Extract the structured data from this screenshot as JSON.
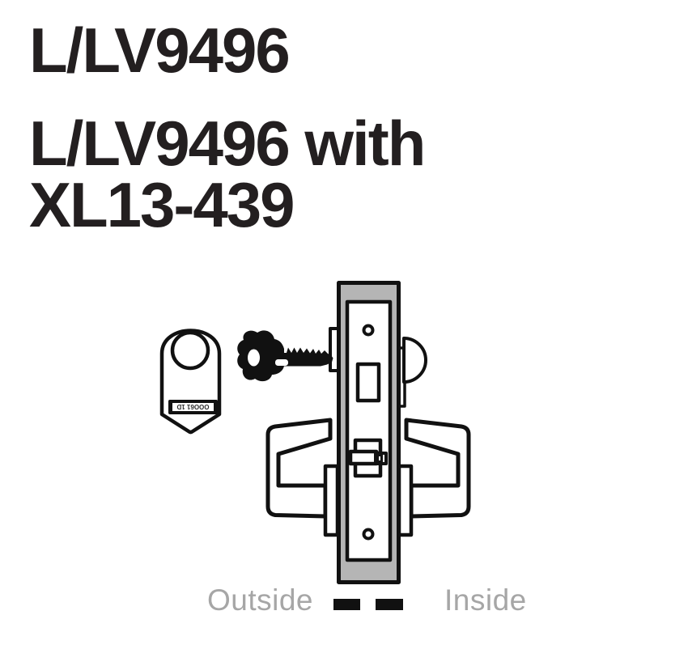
{
  "titles": {
    "product": "L/LV9496",
    "variant_line1": "L/LV9496 with",
    "variant_line2": "XL13-439"
  },
  "diagram": {
    "outside_label": "Outside",
    "inside_label": "Inside",
    "key_tag_text": "OOO61 1D"
  },
  "colors": {
    "heading": "#231f20",
    "line": "#111111",
    "lock_fill": "#b5b5b5",
    "label_gray": "#a6a6a6",
    "bg": "#ffffff"
  }
}
